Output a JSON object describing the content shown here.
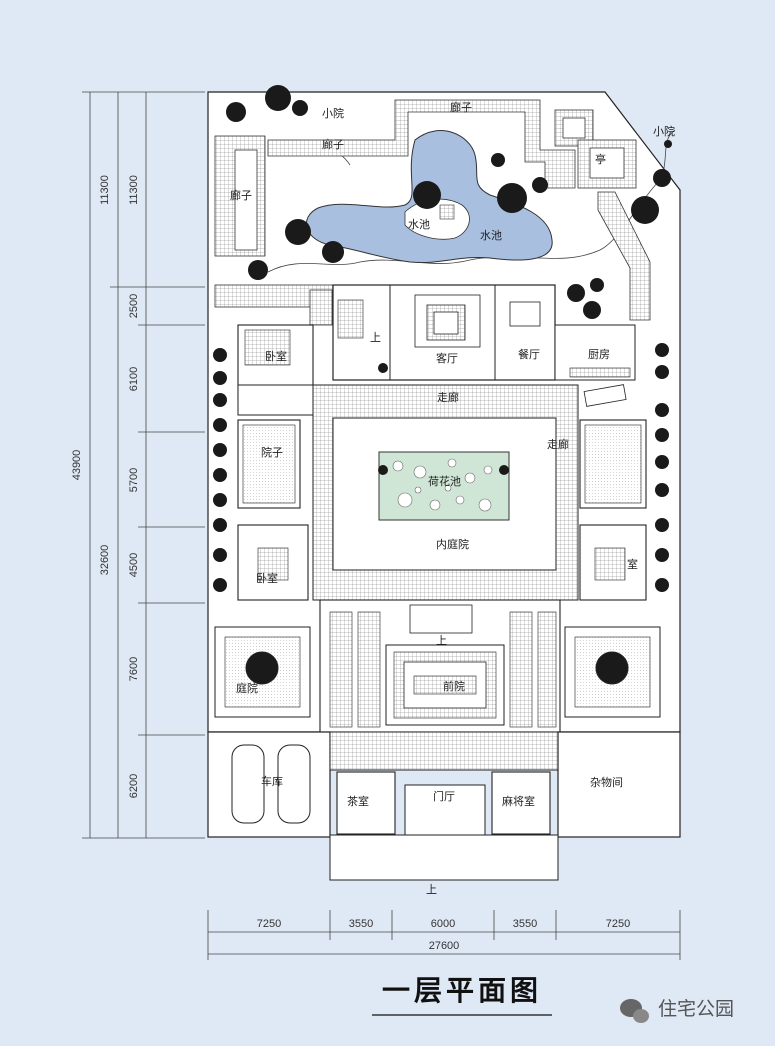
{
  "title": "一层平面图",
  "watermark": "住宅公园",
  "dimensions": {
    "total_depth": "43900",
    "left_outer": [
      "11300",
      "32600"
    ],
    "left_inner": [
      "11300",
      "2500",
      "6100",
      "5700",
      "4500",
      "7600",
      "6200"
    ],
    "bottom_segments": [
      "7250",
      "3550",
      "6000",
      "3550",
      "7250"
    ],
    "total_width": "27600"
  },
  "rooms": {
    "xiaoyuan_left": "小院",
    "xiaoyuan_right": "小院",
    "langzi_top": "廊子",
    "langzi_mid": "廊子",
    "langzi_left": "廊子",
    "ting": "亭",
    "shuichi_small": "水池",
    "shuichi_main": "水池",
    "keting": "客厅",
    "canting": "餐厅",
    "chufang": "厨房",
    "shang_stair": "上",
    "woshi_top": "卧室",
    "zoulang_top": "走廊",
    "zoulang_right": "走廊",
    "yuanzi": "院子",
    "hehuachi": "荷花池",
    "neitingyuan": "内庭院",
    "woshi_bl": "卧室",
    "shi_br": "室",
    "shang_mid": "上",
    "tingyuan": "庭院",
    "qianting": "前院",
    "cheku": "车库",
    "chashi": "茶室",
    "menting": "门厅",
    "majiangshi": "麻将室",
    "zawujian": "杂物间",
    "shang_entry": "上"
  },
  "colors": {
    "background": "#dfe9f5",
    "water": "#a9bfe0",
    "lotus_pond": "#cfe6d6",
    "grid": "#6f6f6f"
  }
}
